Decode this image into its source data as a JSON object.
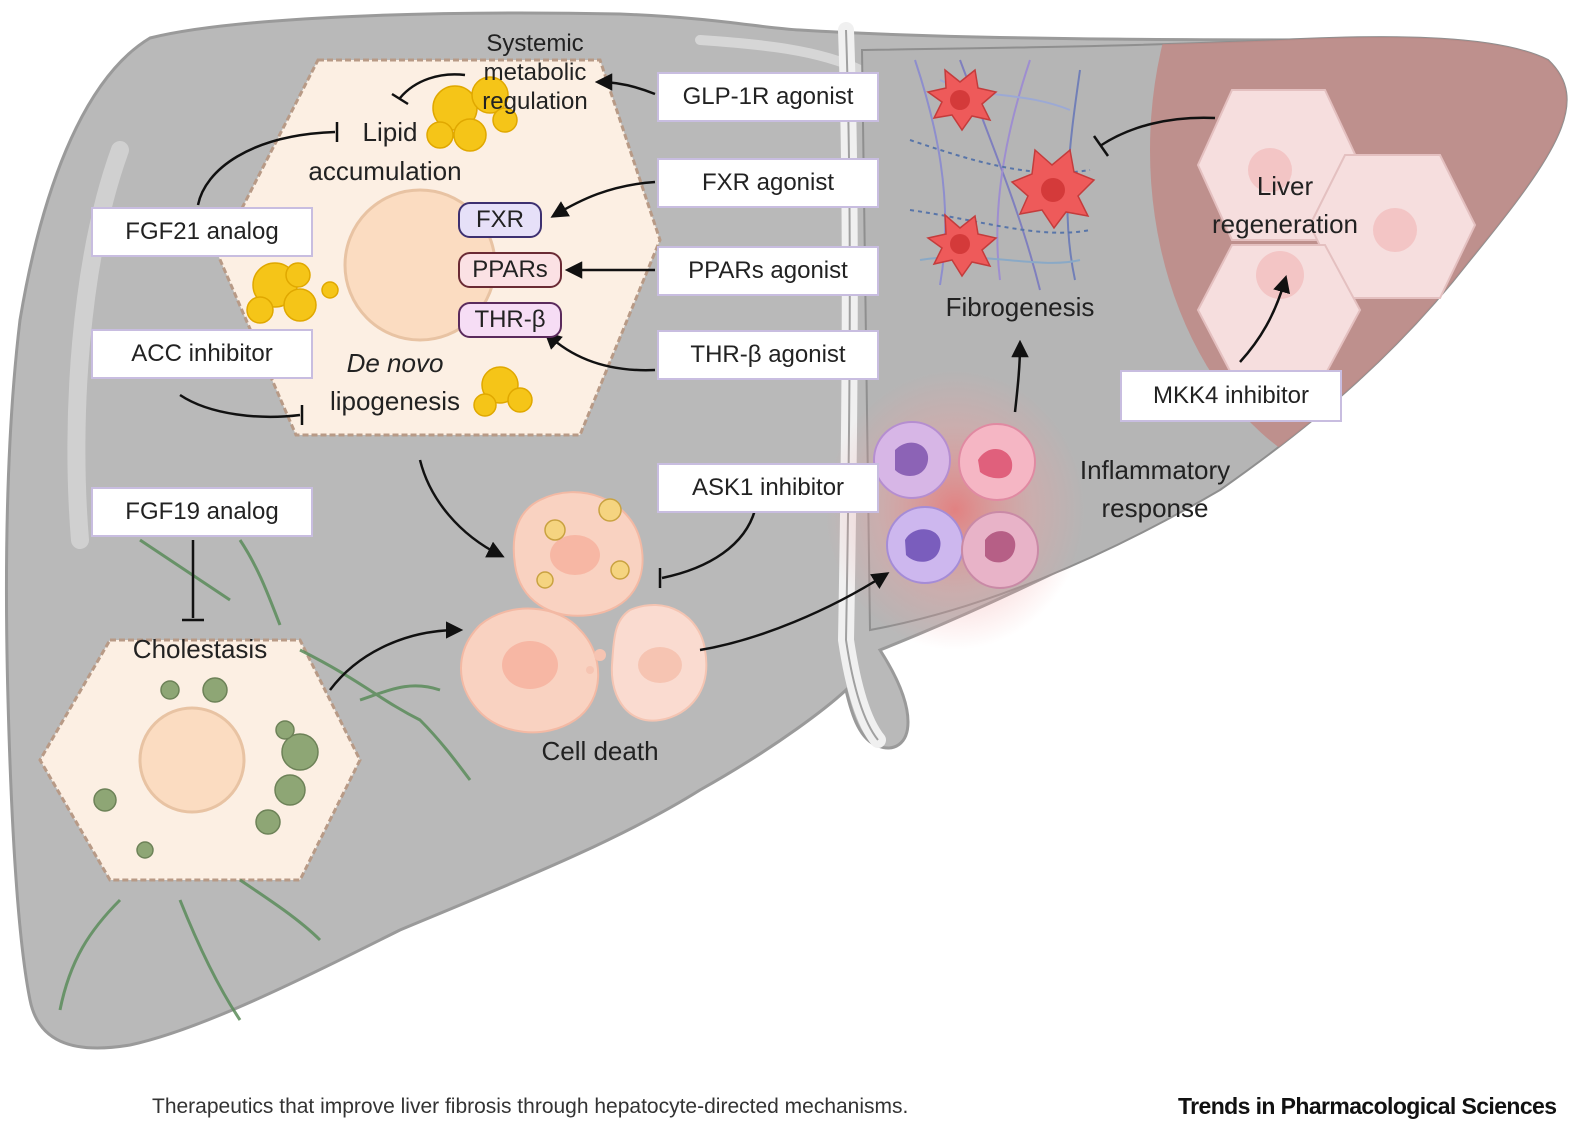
{
  "diagram": {
    "drug_boxes": {
      "glp1r": "GLP-1R agonist",
      "fxr": "FXR agonist",
      "ppars": "PPARs agonist",
      "thrb": "THR-β agonist",
      "fgf21": "FGF21 analog",
      "acc": "ACC inhibitor",
      "fgf19": "FGF19 analog",
      "ask1": "ASK1 inhibitor",
      "mkk4": "MKK4 inhibitor"
    },
    "receptors": {
      "fxr": "FXR",
      "ppars": "PPARs",
      "thrb": "THR-β"
    },
    "process_labels": {
      "systemic_1": "Systemic",
      "systemic_2": "metabolic",
      "systemic_3": "regulation",
      "lipid_1": "Lipid",
      "lipid_2": "accumulation",
      "dnl_1": "De novo",
      "dnl_2": "lipogenesis",
      "cholestasis": "Cholestasis",
      "cell_death": "Cell death",
      "fibrogenesis": "Fibrogenesis",
      "inflam_1": "Inflammatory",
      "inflam_2": "response",
      "regen_1": "Liver",
      "regen_2": "regeneration"
    },
    "colors": {
      "liver_fill": "#b9b9b9",
      "cell_fill": "#fcefe3",
      "box_border": "#c8bde0",
      "fxr_pill": "#e6e0f8",
      "ppars_pill": "#fbe1e4",
      "thrb_pill": "#f6ddf5",
      "fat_droplet": "#f5c518",
      "bile_droplet": "#7b9a62",
      "regeneration_zone": "#c08a86",
      "stellate_cell": "#ee5a5a",
      "inflammation_glow": "#f08080"
    }
  },
  "footer": {
    "caption": "Therapeutics that improve liver fibrosis through hepatocyte-directed mechanisms.",
    "journal": "Trends in Pharmacological Sciences"
  }
}
